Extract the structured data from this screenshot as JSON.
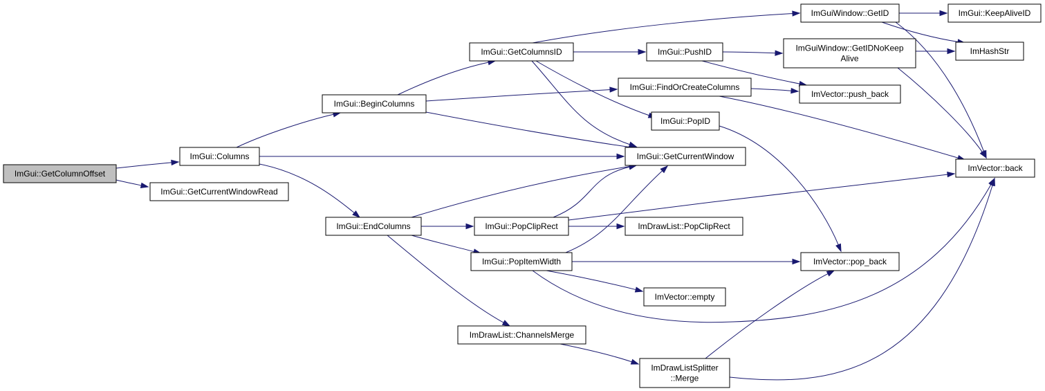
{
  "colors": {
    "edge": "#191970",
    "node_fill": "#ffffff",
    "focus_fill": "#bfbfbf",
    "node_border": "#000000"
  },
  "nodes": [
    {
      "id": "getcolumnoffset",
      "label": "ImGui::GetColumnOffset",
      "focus": true
    },
    {
      "id": "columns",
      "label": "ImGui::Columns"
    },
    {
      "id": "getcurrentwindowread",
      "label": "ImGui::GetCurrentWindowRead"
    },
    {
      "id": "begincolumns",
      "label": "ImGui::BeginColumns"
    },
    {
      "id": "endcolumns",
      "label": "ImGui::EndColumns"
    },
    {
      "id": "getcolumnsid",
      "label": "ImGui::GetColumnsID"
    },
    {
      "id": "findorcreatecolumns",
      "label": "ImGui::FindOrCreateColumns"
    },
    {
      "id": "pushid",
      "label": "ImGui::PushID"
    },
    {
      "id": "popid",
      "label": "ImGui::PopID"
    },
    {
      "id": "getcurrentwindow",
      "label": "ImGui::GetCurrentWindow"
    },
    {
      "id": "popcliprect",
      "label": "ImGui::PopClipRect"
    },
    {
      "id": "popitemwidth",
      "label": "ImGui::PopItemWidth"
    },
    {
      "id": "drawlist_popcliprect",
      "label": "ImDrawList::PopClipRect"
    },
    {
      "id": "vector_empty",
      "label": "ImVector::empty"
    },
    {
      "id": "channelsmerge",
      "label": "ImDrawList::ChannelsMerge"
    },
    {
      "id": "splitter_merge",
      "label": [
        "ImDrawListSplitter",
        "::Merge"
      ]
    },
    {
      "id": "window_getid",
      "label": "ImGuiWindow::GetID"
    },
    {
      "id": "window_getidnokeepalive",
      "label": [
        "ImGuiWindow::GetIDNoKeep",
        "Alive"
      ]
    },
    {
      "id": "vector_push_back",
      "label": "ImVector::push_back"
    },
    {
      "id": "vector_pop_back",
      "label": "ImVector::pop_back"
    },
    {
      "id": "keepaliveid",
      "label": "ImGui::KeepAliveID"
    },
    {
      "id": "imhashstr",
      "label": "ImHashStr"
    },
    {
      "id": "vector_back",
      "label": "ImVector::back"
    }
  ],
  "edges": [
    [
      "getcolumnoffset",
      "columns"
    ],
    [
      "getcolumnoffset",
      "getcurrentwindowread"
    ],
    [
      "columns",
      "begincolumns"
    ],
    [
      "columns",
      "getcurrentwindow"
    ],
    [
      "columns",
      "endcolumns"
    ],
    [
      "begincolumns",
      "getcolumnsid"
    ],
    [
      "begincolumns",
      "findorcreatecolumns"
    ],
    [
      "begincolumns",
      "getcurrentwindow"
    ],
    [
      "getcolumnsid",
      "window_getid"
    ],
    [
      "getcolumnsid",
      "pushid"
    ],
    [
      "getcolumnsid",
      "popid"
    ],
    [
      "getcolumnsid",
      "getcurrentwindow"
    ],
    [
      "pushid",
      "window_getidnokeepalive"
    ],
    [
      "pushid",
      "vector_push_back"
    ],
    [
      "findorcreatecolumns",
      "vector_push_back"
    ],
    [
      "findorcreatecolumns",
      "vector_back"
    ],
    [
      "popid",
      "vector_pop_back"
    ],
    [
      "window_getid",
      "keepaliveid"
    ],
    [
      "window_getid",
      "imhashstr"
    ],
    [
      "window_getid",
      "vector_back"
    ],
    [
      "window_getidnokeepalive",
      "imhashstr"
    ],
    [
      "window_getidnokeepalive",
      "vector_back"
    ],
    [
      "endcolumns",
      "getcurrentwindow"
    ],
    [
      "endcolumns",
      "popcliprect"
    ],
    [
      "endcolumns",
      "popitemwidth"
    ],
    [
      "endcolumns",
      "channelsmerge"
    ],
    [
      "popcliprect",
      "getcurrentwindow"
    ],
    [
      "popcliprect",
      "drawlist_popcliprect"
    ],
    [
      "popcliprect",
      "vector_back"
    ],
    [
      "popitemwidth",
      "getcurrentwindow"
    ],
    [
      "popitemwidth",
      "vector_pop_back"
    ],
    [
      "popitemwidth",
      "vector_empty"
    ],
    [
      "popitemwidth",
      "vector_back"
    ],
    [
      "channelsmerge",
      "splitter_merge"
    ],
    [
      "splitter_merge",
      "vector_pop_back"
    ],
    [
      "splitter_merge",
      "vector_back"
    ]
  ]
}
